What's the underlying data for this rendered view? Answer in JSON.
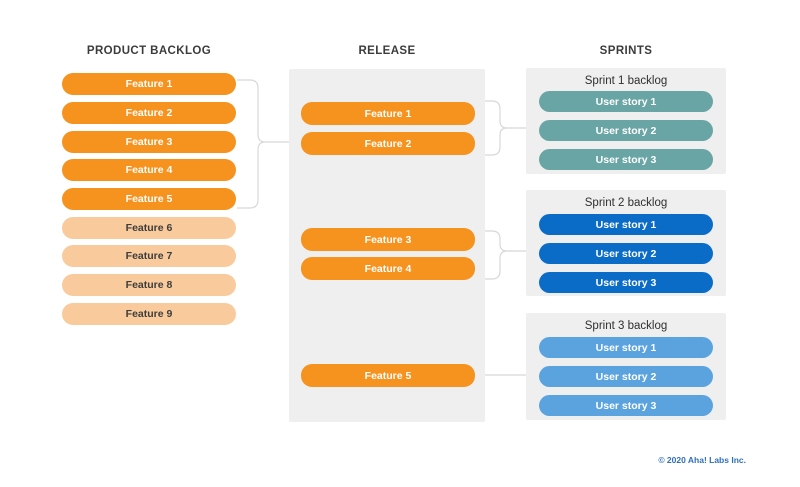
{
  "columns": {
    "backlog": {
      "heading": "PRODUCT BACKLOG",
      "items": [
        {
          "label": "Feature 1",
          "state": "committed"
        },
        {
          "label": "Feature 2",
          "state": "committed"
        },
        {
          "label": "Feature 3",
          "state": "committed"
        },
        {
          "label": "Feature 4",
          "state": "committed"
        },
        {
          "label": "Feature 5",
          "state": "committed"
        },
        {
          "label": "Feature 6",
          "state": "uncommitted"
        },
        {
          "label": "Feature 7",
          "state": "uncommitted"
        },
        {
          "label": "Feature 8",
          "state": "uncommitted"
        },
        {
          "label": "Feature 9",
          "state": "uncommitted"
        }
      ]
    },
    "release": {
      "heading": "RELEASE",
      "groups": [
        {
          "items": [
            {
              "label": "Feature 1"
            },
            {
              "label": "Feature 2"
            }
          ]
        },
        {
          "items": [
            {
              "label": "Feature 3"
            },
            {
              "label": "Feature 4"
            }
          ]
        },
        {
          "items": [
            {
              "label": "Feature 5"
            }
          ]
        }
      ]
    },
    "sprints": {
      "heading": "SPRINTS",
      "backlogs": [
        {
          "title": "Sprint 1 backlog",
          "color": "#6aa5a5",
          "items": [
            {
              "label": "User story 1"
            },
            {
              "label": "User story 2"
            },
            {
              "label": "User story 3"
            }
          ]
        },
        {
          "title": "Sprint 2 backlog",
          "color": "#0b6cc8",
          "items": [
            {
              "label": "User story 1"
            },
            {
              "label": "User story 2"
            },
            {
              "label": "User story 3"
            }
          ]
        },
        {
          "title": "Sprint 3 backlog",
          "color": "#5ba3de",
          "items": [
            {
              "label": "User story 1"
            },
            {
              "label": "User story 2"
            },
            {
              "label": "User story 3"
            }
          ]
        }
      ]
    }
  },
  "colors": {
    "feature_committed": "#f6921e",
    "feature_uncommitted": "#f9cb9c",
    "panel_background": "#efefef",
    "connector": "#d8d8d8",
    "footer_text": "#2f6fba"
  },
  "footer": {
    "copyright": "© 2020 Aha! Labs Inc."
  }
}
